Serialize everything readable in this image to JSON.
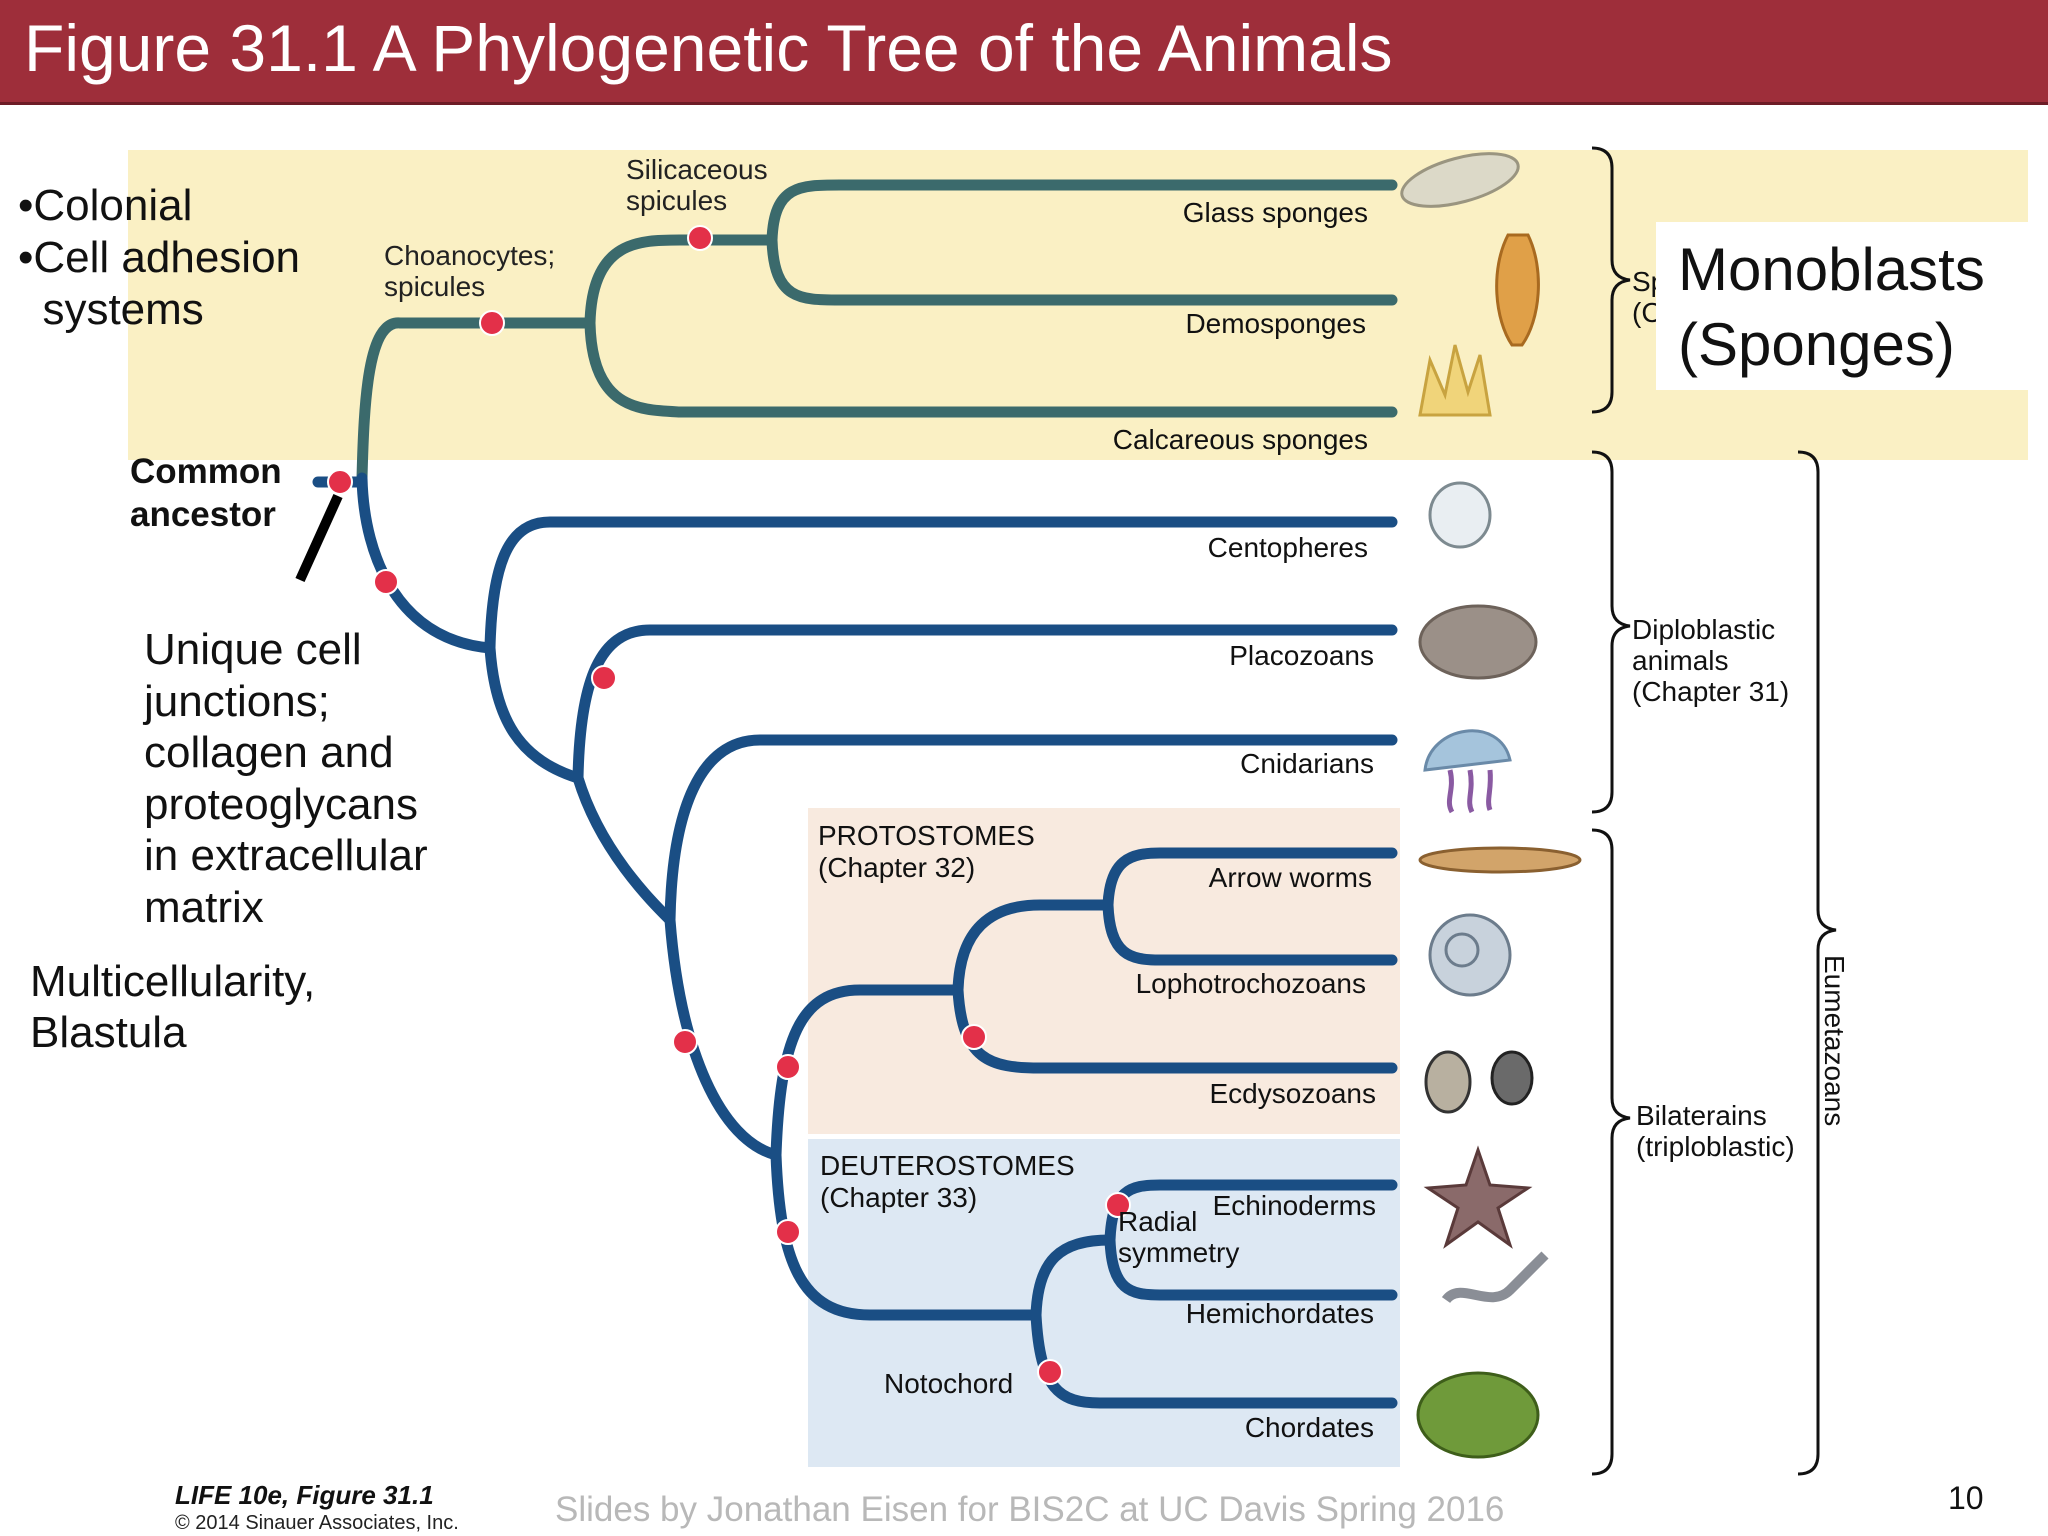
{
  "title": "Figure 31.1  A Phylogenetic Tree of the Animals",
  "monoblasts": "Monoblasts\n(Sponges)",
  "bullets": "•Colonial\n•Cell adhesion\n  systems",
  "unique_junctions": "Unique cell\njunctions;\ncollagen and\nproteoglycans\nin extracellular\nmatrix",
  "multicellularity": "Multicellularity,\nBlastula",
  "common_ancestor": "Common\nancestor",
  "characters": {
    "silicaceous": "Silicaceous\nspicules",
    "choanocytes": "Choanocytes;\nspicules",
    "radial": "Radial\nsymmetry",
    "notochord": "Notochord"
  },
  "taxa": {
    "glass": "Glass sponges",
    "demo": "Demosponges",
    "calcareous": "Calcareous sponges",
    "cteno": "Centopheres",
    "placo": "Placozoans",
    "cnid": "Cnidarians",
    "arrow": "Arrow worms",
    "lopho": "Lophotrochozoans",
    "ecdy": "Ecdysozoans",
    "echino": "Echinoderms",
    "hemi": "Hemichordates",
    "chord": "Chordates"
  },
  "groups": {
    "protostomes": "PROTOSTOMES\n(Chapter 32)",
    "deuterostomes": "DEUTEROSTOMES\n(Chapter 33)"
  },
  "clades": {
    "sponges_partial": "Sp\n(C",
    "diploblastic": "Diploblastic\nanimals\n(Chapter 31)",
    "bilaterians": "Bilaterains\n(triploblastic)",
    "eumetazoans": "Eumetazoans"
  },
  "credit_book": "LIFE 10e, Figure 31.1",
  "credit_copy": "© 2014 Sinauer Associates, Inc.",
  "footer": "Slides by Jonathan Eisen for BIS2C at UC Davis Spring 2016",
  "page_number": "10",
  "colors": {
    "title_bar": "#9e2e3a",
    "sponge_highlight": "#faf0c4",
    "protostome_bg": "#f8eadf",
    "deuterostome_bg": "#dde8f3",
    "branch_blue": "#1a4e84",
    "branch_sponge": "#3b6a6c",
    "node_red": "#e33049"
  }
}
